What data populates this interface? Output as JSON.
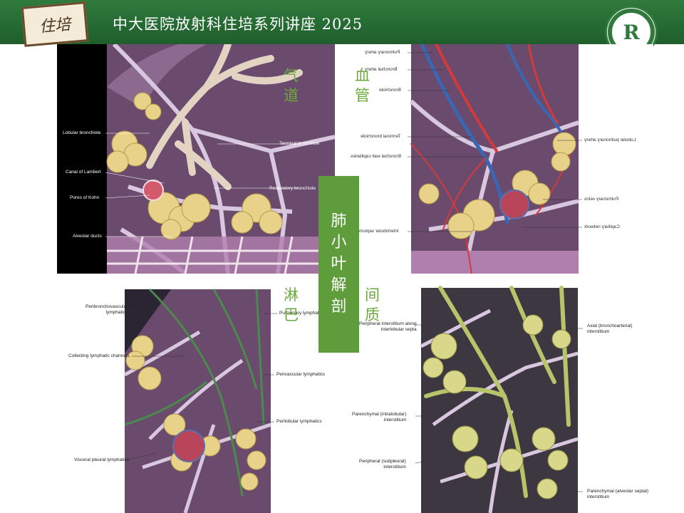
{
  "header": {
    "title": "中大医院放射科住培系列讲座 2025",
    "badge_text": "住培",
    "logo_letter": "R"
  },
  "center": {
    "chars": [
      "肺",
      "小",
      "叶",
      "解",
      "剖"
    ]
  },
  "panels": {
    "airway": {
      "cn_label": [
        "气",
        "道"
      ],
      "labels": {
        "lobular_bronchiole": "Lobular bronchiole",
        "terminal_bronchiole": "Terminal bronchiole",
        "canal_of_lambert": "Canal of Lambert",
        "respiratory_bronchiole": "Respiratory bronchiole",
        "pores_of_kohn": "Pores of Kohn",
        "alveolar_ducts": "Alveolar ducts"
      }
    },
    "vessels": {
      "cn_label": [
        "血",
        "管"
      ],
      "labels": {
        "pulmonary_artery": "Pulmonary artery",
        "bronchial_artery": "Bronchial artery",
        "bronchiole": "Bronchiole",
        "terminal_bronchiole": "Terminal bronchiole",
        "bronchial_wall_capillaries": "Bronchial wall capillaries",
        "lobular_pulmonary_artery": "Lobular pulmonary artery",
        "pulmonary_veins": "Pulmonary veins",
        "interlobular_septum": "Interlobular septum",
        "capillary_network": "Capillary network"
      }
    },
    "lymph": {
      "cn_label": [
        "淋",
        "巴"
      ],
      "labels": {
        "peribronchovascular": "Peribronchovascular\nlymphatics",
        "pulmonary_lymphatics": "Pulmonary lymphatics",
        "collecting_channels": "Collecting lymphatic channels",
        "perivascular": "Perivascular lymphatics",
        "perilobular": "Perilobular lymphatics",
        "visceral_pleural": "Visceral pleural lymphatics"
      }
    },
    "interstitium": {
      "cn_label": [
        "间",
        "质"
      ],
      "labels": {
        "peripheral_septa": "Peripheral interstitium along\ninterlobular septa",
        "axial": "Axial (bronchoarterial)\ninterstitium",
        "parenchymal_intralobular": "Parenchymal (intralobular)\ninterstitium",
        "peripheral_subpleural": "Peripheral (subpleural)\ninterstitium",
        "parenchymal_alveolar": "Parenchymal (alveolar septal)\ninterstitium"
      }
    }
  },
  "colors": {
    "header_green": "#2f7a3c",
    "cn_label_green": "#6aa93b",
    "center_box": "#5f9c3c"
  }
}
